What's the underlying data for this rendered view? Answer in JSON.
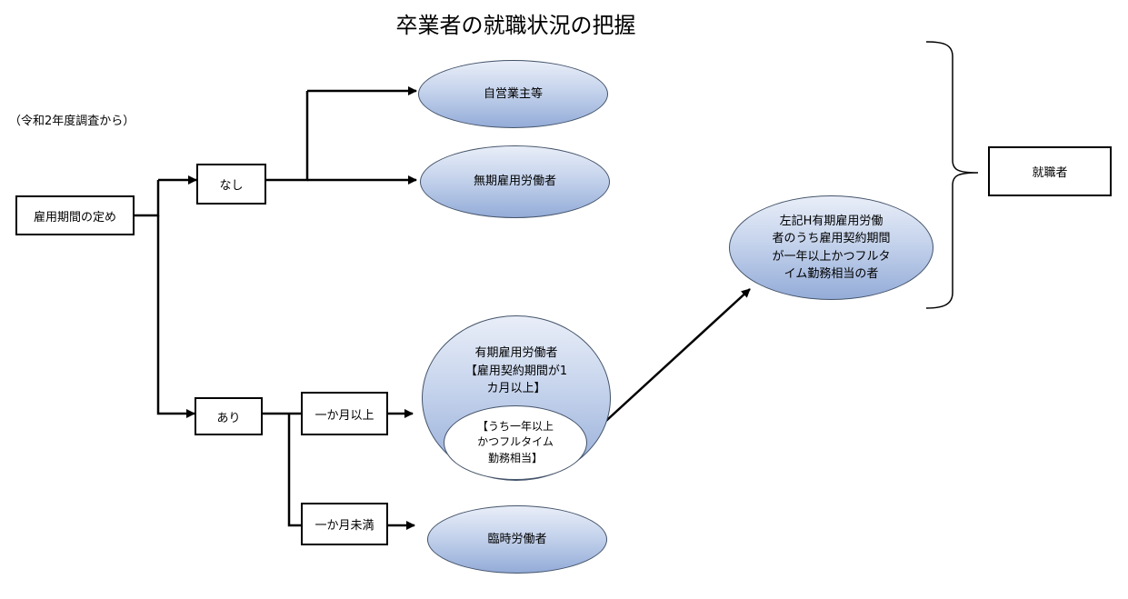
{
  "title": "卒業者の就職状況の把握",
  "note": "（令和2年度調査から）",
  "boxes": {
    "contract": "雇用期間の定め",
    "none": "なし",
    "exists": "あり",
    "one_month_plus": "一か月以上",
    "under_one_month": "一か月未満",
    "employed": "就職者"
  },
  "ovals": {
    "self_employed": "自営業主等",
    "indefinite": "無期雇用労働者",
    "fixed_term": "有期雇用労働者\n【雇用契約期間が1\nカ月以上】",
    "fixed_term_inner": "【うち一年以上\nかつフルタイム\n勤務相当】",
    "fixed_term_qualified": "左記H有期雇用労働\n者のうち雇用契約期間\nが一年以上かつフルタ\nイム勤務相当の者",
    "temporary": "臨時労働者"
  }
}
